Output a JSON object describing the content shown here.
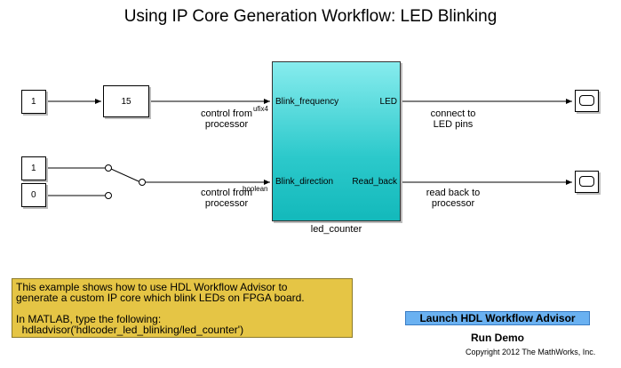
{
  "title": "Using IP Core Generation Workflow: LED Blinking",
  "blocks": {
    "const1": "1",
    "gain": "15",
    "const_switch_top": "1",
    "const_switch_bottom": "0"
  },
  "subsystem": {
    "name": "led_counter",
    "inputs": [
      "Blink_frequency",
      "Blink_direction"
    ],
    "outputs": [
      "LED",
      "Read_back"
    ],
    "color_top": "#87ecee",
    "color_bottom": "#13b9bb"
  },
  "signals": {
    "freq_label_line1": "control from",
    "freq_label_line2": "processor",
    "freq_dtype": "ufix4",
    "dir_label_line1": "control from",
    "dir_label_line2": "processor",
    "dir_dtype": "boolean",
    "led_label_line1": "connect to",
    "led_label_line2": "LED pins",
    "readback_label_line1": "read back to",
    "readback_label_line2": "processor"
  },
  "note": {
    "line1": "This example shows how to use HDL Workflow Advisor to",
    "line2": "generate a custom IP core which blink LEDs on FPGA board.",
    "line3": "In MATLAB, type the following:",
    "line4": "  hdladvisor('hdlcoder_led_blinking/led_counter')",
    "color": "#e5c545"
  },
  "launch_button": "Launch HDL Workflow Advisor",
  "launch_color": "#6ab1f1",
  "run_demo": "Run Demo",
  "copyright": "Copyright 2012 The MathWorks, Inc."
}
